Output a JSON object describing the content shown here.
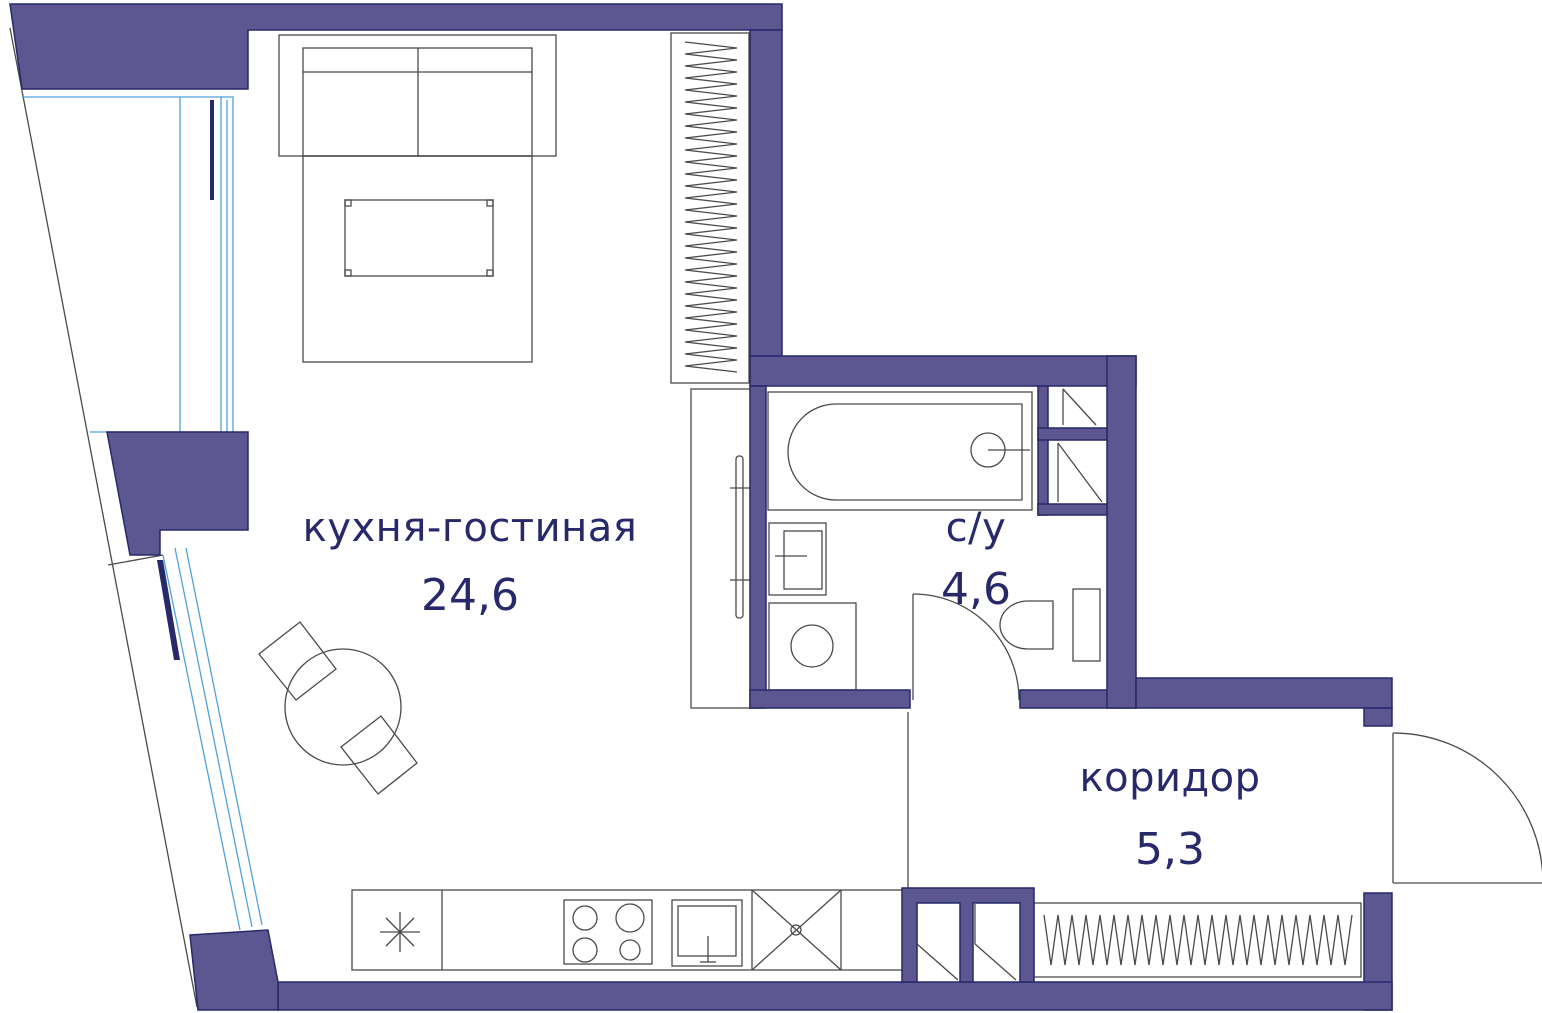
{
  "plan": {
    "wall_color": "#5c5790",
    "line_color": "#4a4a4a",
    "accent_color": "#4fa3d9",
    "text_color": "#27296b",
    "rooms": [
      {
        "id": "living",
        "name": "кухня-гостиная",
        "area": "24,6"
      },
      {
        "id": "bath",
        "name": "с/у",
        "area": "4,6"
      },
      {
        "id": "corridor",
        "name": "коридор",
        "area": "5,3"
      }
    ]
  }
}
